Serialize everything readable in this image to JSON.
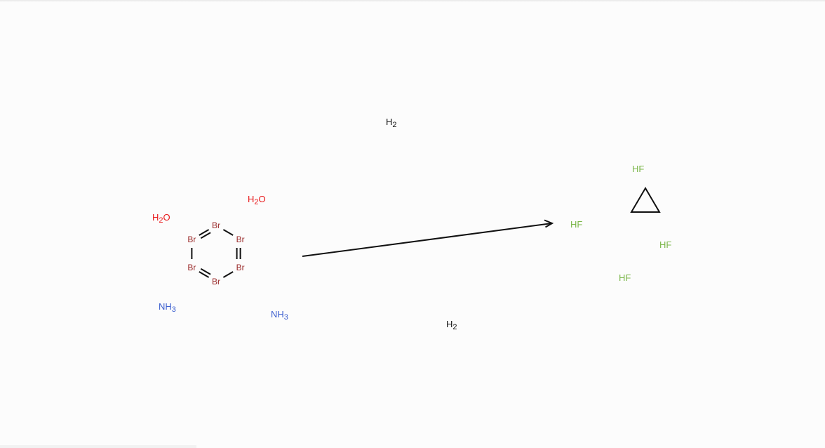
{
  "colors": {
    "water": "#e8191b",
    "ammonia": "#3c5fcf",
    "hydrogen": "#111111",
    "hf": "#7ab648",
    "bromine": "#9a2a2a",
    "bond": "#111111"
  },
  "icons": {
    "reaction_arrow": "arrow-right-icon",
    "ring": "cyclopropane-icon"
  },
  "reactant": {
    "ring_atoms": [
      "Br",
      "Br",
      "Br",
      "Br",
      "Br",
      "Br"
    ]
  },
  "reagents": {
    "water_1": {
      "main": "H",
      "sub": "2",
      "tail": "O"
    },
    "water_2": {
      "main": "H",
      "sub": "2",
      "tail": "O"
    },
    "ammonia_1": {
      "main": "NH",
      "sub": "3",
      "tail": ""
    },
    "ammonia_2": {
      "main": "NH",
      "sub": "3",
      "tail": ""
    },
    "hydrogen_1": {
      "main": "H",
      "sub": "2",
      "tail": ""
    },
    "hydrogen_2": {
      "main": "H",
      "sub": "2",
      "tail": ""
    }
  },
  "products": {
    "hf_1": "HF",
    "hf_2": "HF",
    "hf_3": "HF",
    "hf_4": "HF"
  }
}
